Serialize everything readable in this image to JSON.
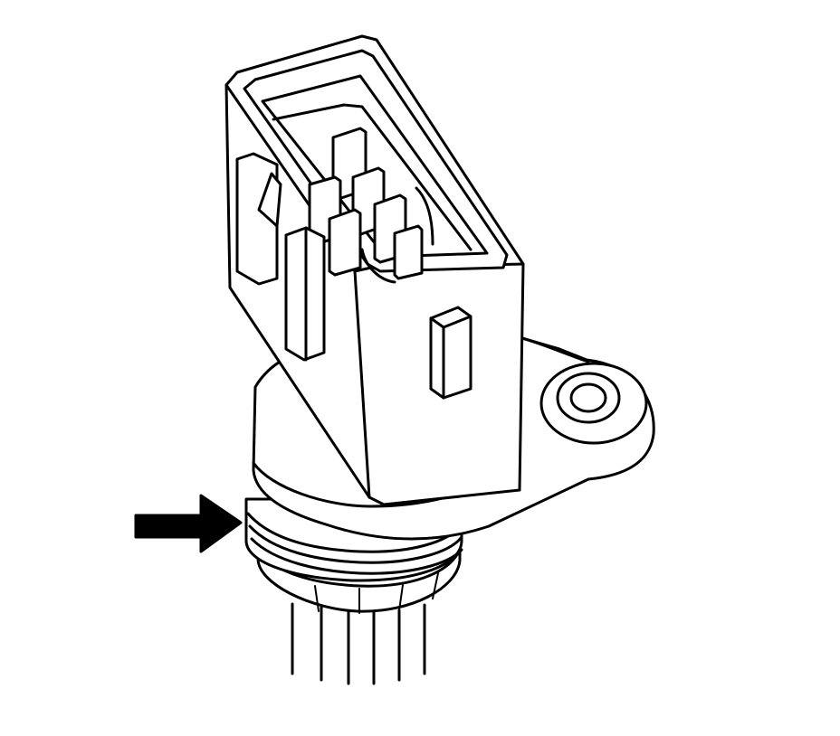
{
  "figure": {
    "background": "#ffffff",
    "line_color": "#000000",
    "subject": "sensor-with-connector",
    "callout": {
      "icon": "arrow-right-icon",
      "points_to": "seal-o-ring"
    },
    "connector": {
      "terminal_count": 6,
      "has_locking_tab": true
    },
    "mounting_flange": {
      "bolt_holes": 1
    },
    "seal_grooves": 3,
    "lead_wires": 6
  }
}
